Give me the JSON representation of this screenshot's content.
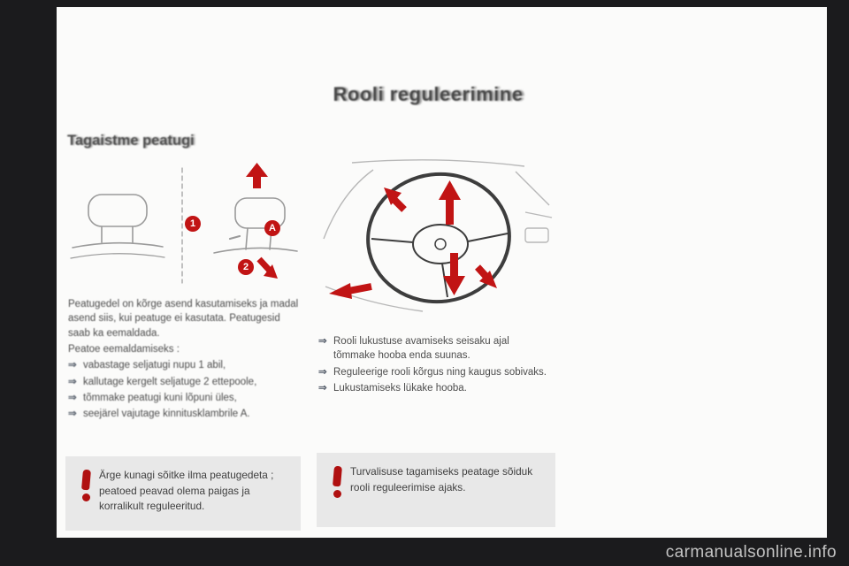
{
  "page": {
    "title": "Rooli reguleerimine",
    "watermark": "carmanualsonline.info",
    "bullet_glyph": "⇒"
  },
  "headrest_section": {
    "heading": "Tagaistme peatugi",
    "paragraph": "Peatugedel on kõrge asend kasutamiseks ja madal asend siis, kui peatuge ei kasutata. Peatugesid saab ka eemaldada.",
    "lead_line": "Peatoe eemaldamiseks :",
    "bullets": [
      "vabastage seljatugi nupu 1 abil,",
      "kallutage kergelt seljatuge 2 ettepoole,",
      "tõmmake peatugi kuni lõpuni üles,",
      "seejärel vajutage kinnitusklambrile A."
    ],
    "markers": {
      "one": "1",
      "two": "2",
      "a": "A"
    },
    "warning": "Ärge kunagi sõitke ilma peatugedeta ; peatoed peavad olema paigas ja korralikult reguleeritud."
  },
  "steering_section": {
    "bullets": [
      "Rooli lukustuse avamiseks seisaku ajal tõmmake hooba enda suunas.",
      "Reguleerige rooli kõrgus ning kaugus sobivaks.",
      "Lukustamiseks lükake hooba."
    ],
    "warning": "Turvalisuse tagamiseks peatage sõiduk rooli reguleerimise ajaks."
  },
  "colors": {
    "accent_red": "#c11414",
    "canvas_bg": "#1b1b1d",
    "page_bg": "#fbfbfa",
    "warning_bg": "#e8e8e8"
  }
}
